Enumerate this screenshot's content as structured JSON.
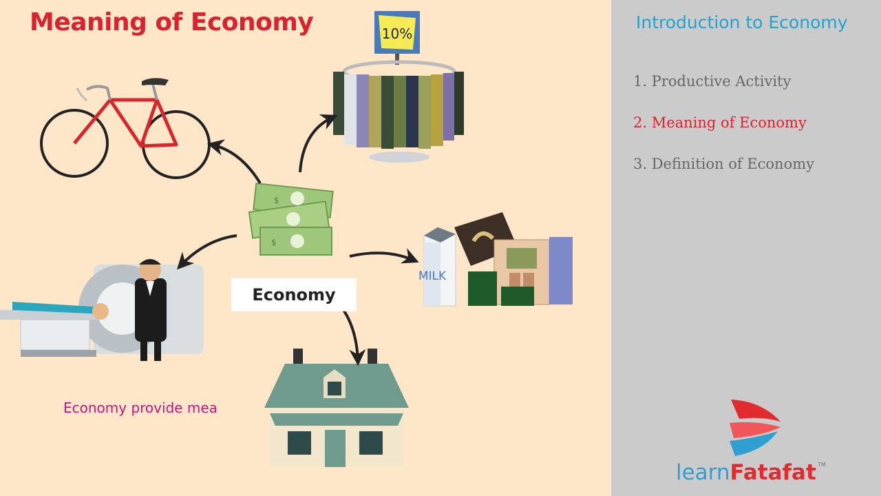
{
  "slide": {
    "title": "Meaning of Economy",
    "center_label": "Economy",
    "caption": "Economy provide mea",
    "sale_tag": "10%",
    "milk_label": "MILK"
  },
  "sidebar": {
    "title": "Introduction to Economy",
    "items": [
      {
        "label": "1. Productive Activity"
      },
      {
        "label": "2. Meaning of Economy"
      },
      {
        "label": "3. Definition of Economy"
      }
    ]
  },
  "brand": {
    "part1": "learn",
    "part2": "Fatafat",
    "trademark": "TM"
  },
  "colors": {
    "title_red": "#d9232e",
    "sidebar_blue": "#20a3cf",
    "caption_magenta": "#c2187f",
    "stage_bg": "#fee6c8",
    "sidebar_bg": "#cbcbcb"
  }
}
